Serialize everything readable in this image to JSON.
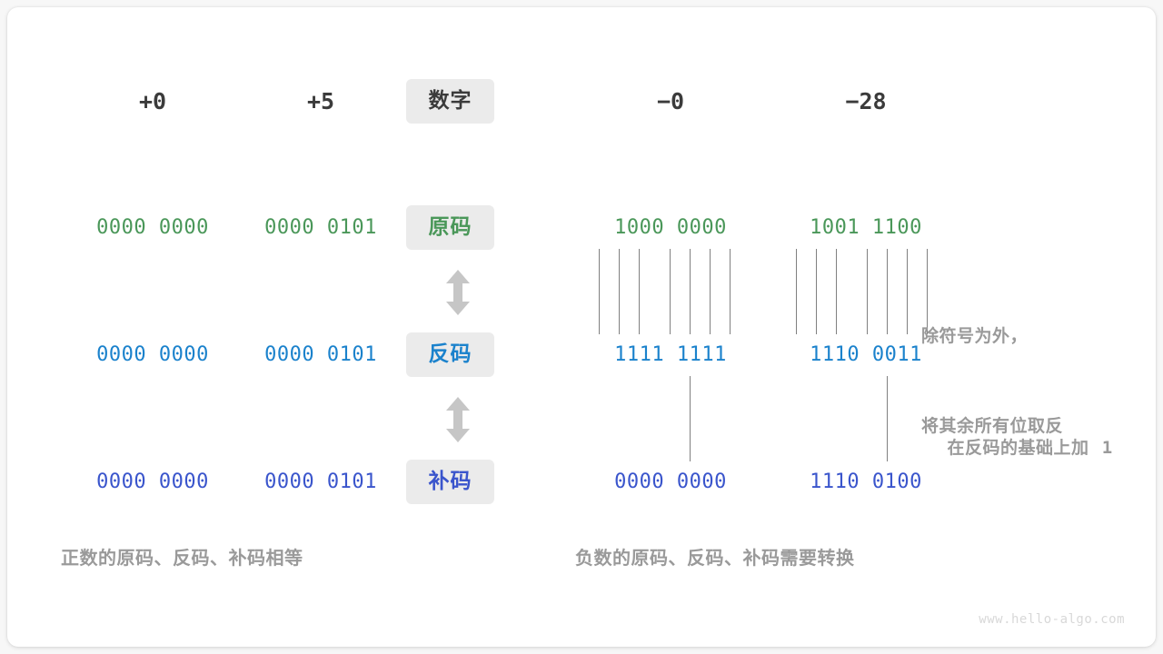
{
  "diagram": {
    "title": "Sign-magnitude / one's complement / two's complement conversion",
    "watermark": "www.hello-algo.com",
    "colors": {
      "background": "#f7f7f7",
      "card": "#ffffff",
      "chip_bg": "#ebebeb",
      "header_text": "#3b3b3b",
      "sign_magnitude": "#4a9759",
      "ones_complement": "#1b82cc",
      "twos_complement": "#3a55cc",
      "note_text": "#9a9a9a",
      "line": "#808080",
      "arrow": "#c6c6c6",
      "watermark": "#d8d8d8"
    }
  },
  "row_labels": {
    "header": "数字",
    "sign_magnitude": "原码",
    "ones_complement": "反码",
    "twos_complement": "补码"
  },
  "columns": [
    {
      "key": "pos_zero",
      "header": "+0"
    },
    {
      "key": "pos_five",
      "header": "+5"
    },
    {
      "key": "neg_zero",
      "header": "−0"
    },
    {
      "key": "neg_28",
      "header": "−28"
    }
  ],
  "rows": {
    "sign_magnitude": {
      "pos_zero": "0000 0000",
      "pos_five": "0000 0101",
      "neg_zero": "1000 0000",
      "neg_28": "1001 1100"
    },
    "ones_complement": {
      "pos_zero": "0000 0000",
      "pos_five": "0000 0101",
      "neg_zero": "1111 1111",
      "neg_28": "1110 0011"
    },
    "twos_complement": {
      "pos_zero": "0000 0000",
      "pos_five": "0000 0101",
      "neg_zero": "0000 0000",
      "neg_28": "1110 0100"
    }
  },
  "notes": {
    "invert_line1": "除符号为外，",
    "invert_line2": "将其余所有位取反",
    "plus_one_text": "在反码的基础上加",
    "plus_one_value": "1"
  },
  "captions": {
    "left": "正数的原码、反码、补码相等",
    "right": "负数的原码、反码、补码需要转换"
  },
  "arrows": {
    "sign_to_ones": "double-headed-vertical-arrow",
    "ones_to_twos": "double-headed-vertical-arrow"
  }
}
